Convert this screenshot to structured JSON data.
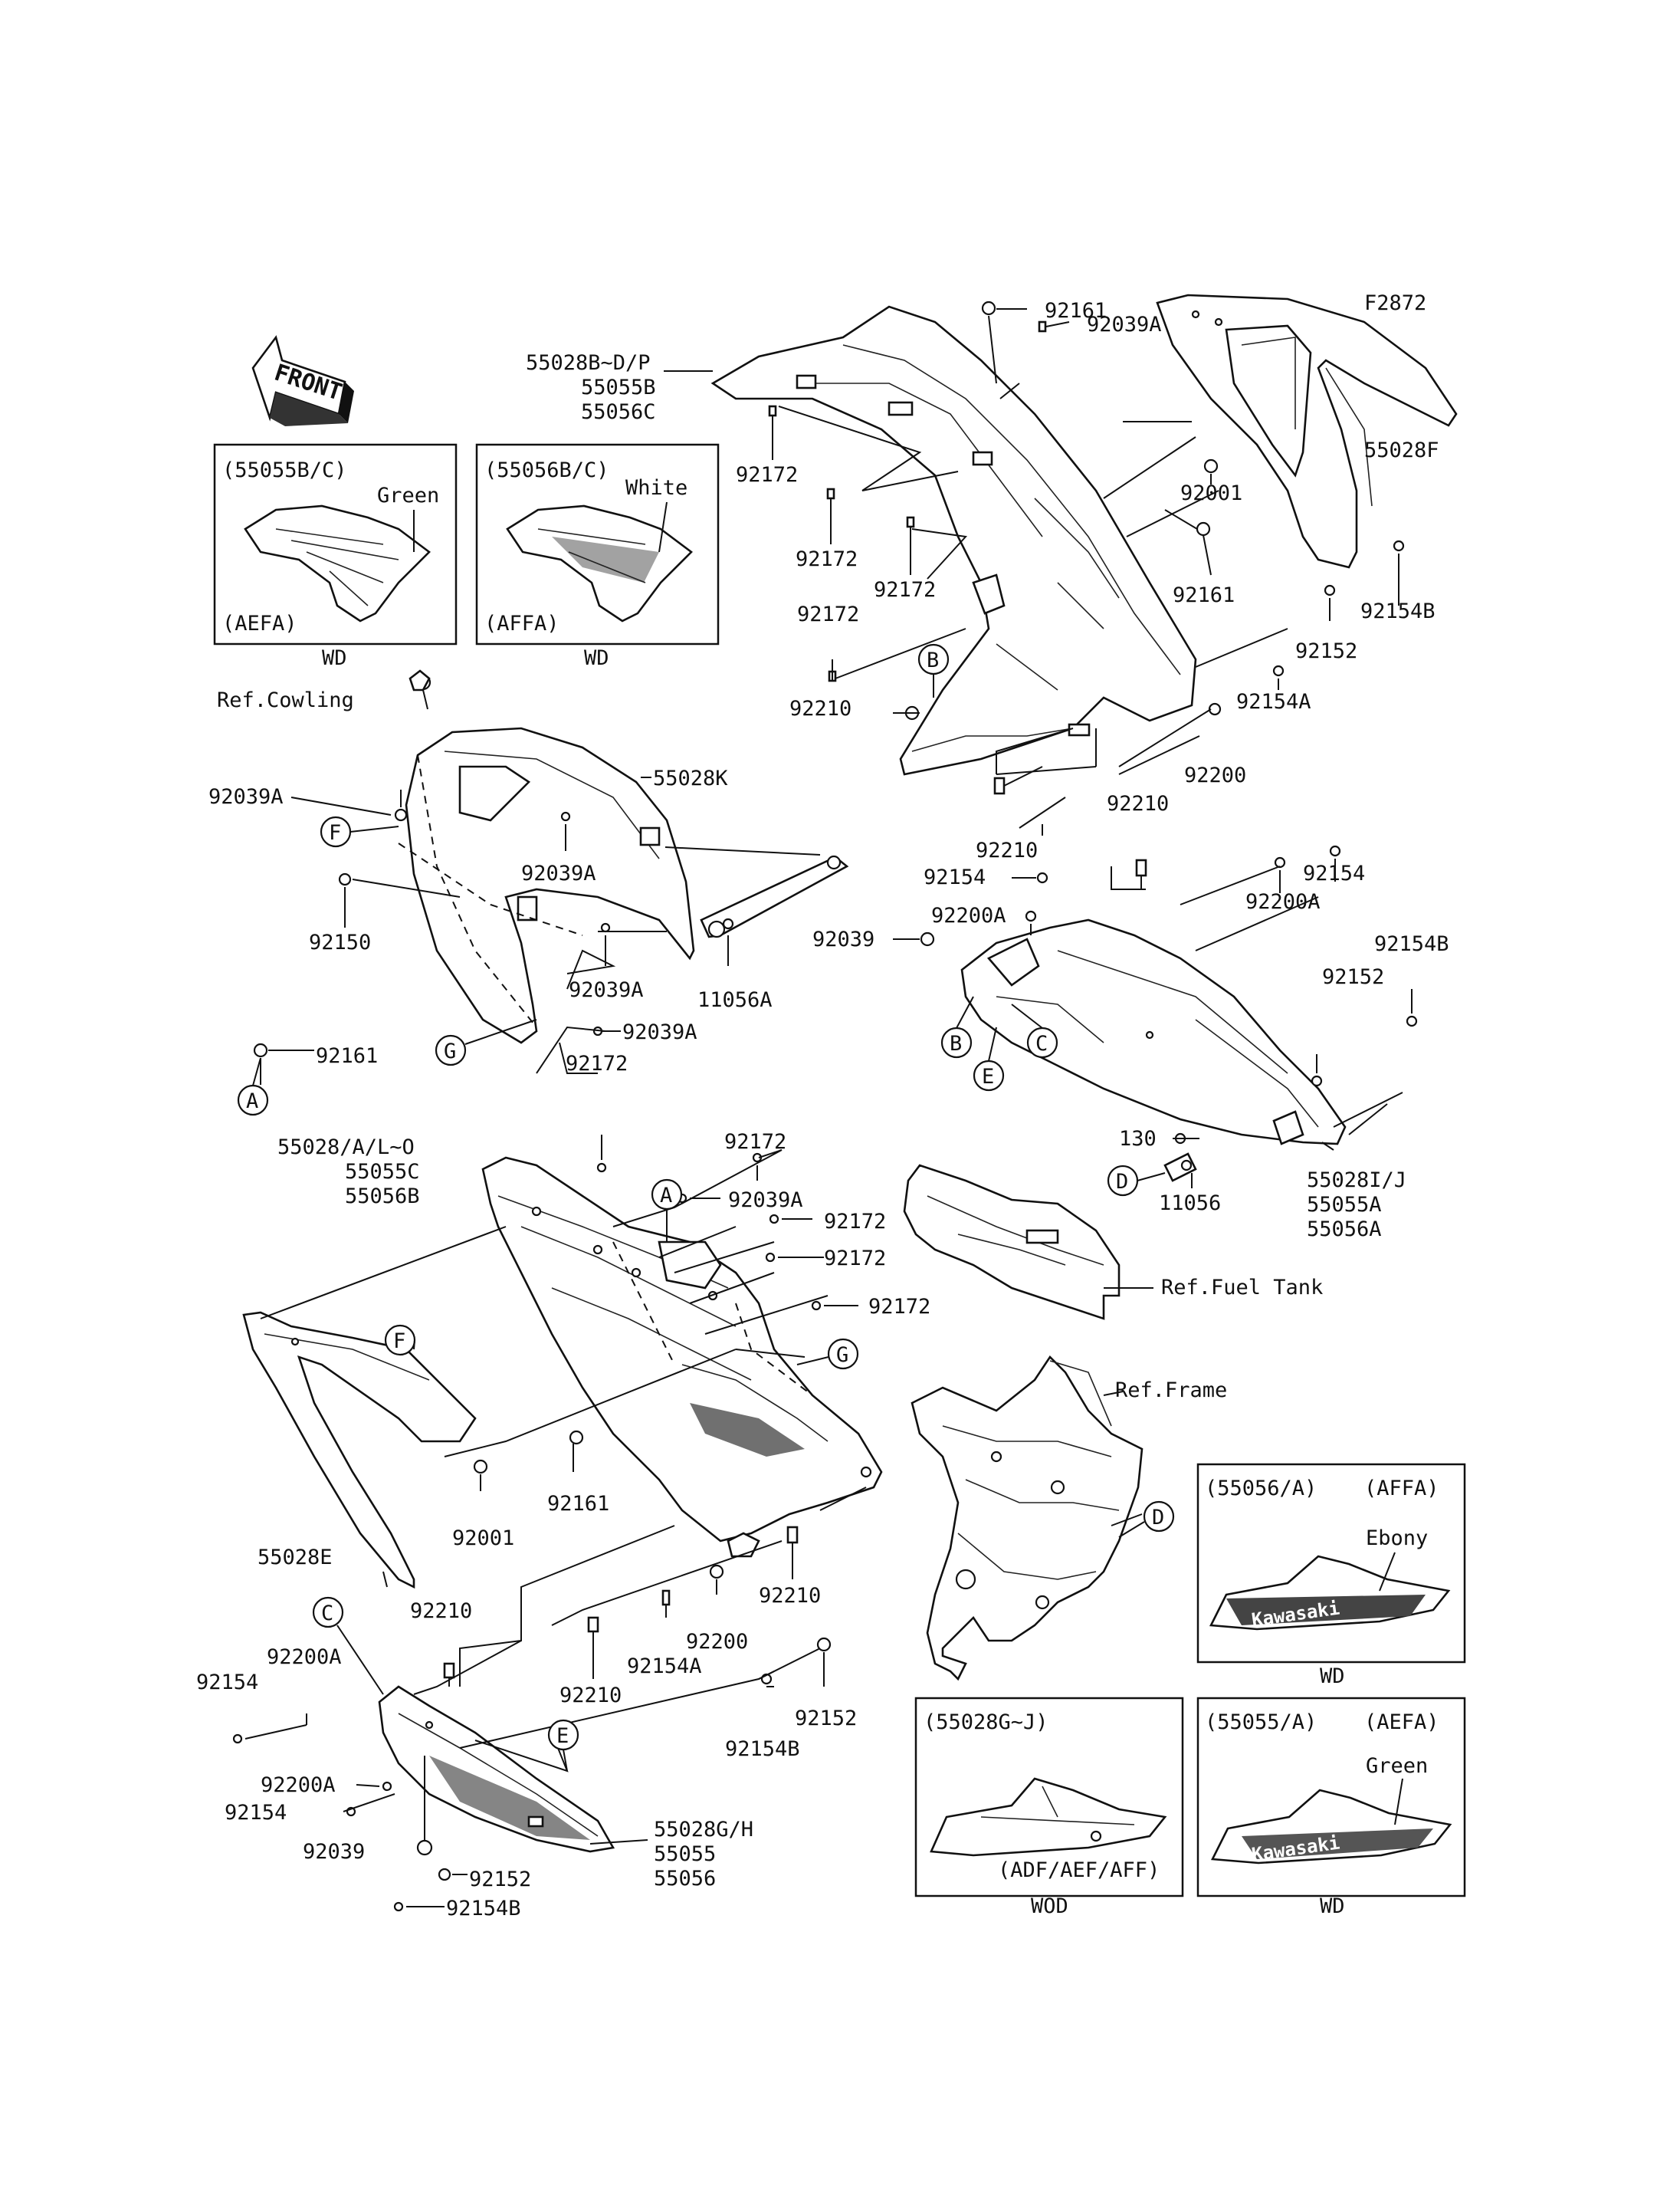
{
  "diagram_id": "F2872",
  "front_arrow": "FRONT",
  "parts": {
    "p55028B_D_P": "55028B~D/P",
    "p55055B": "55055B",
    "p55056C": "55056C",
    "p92161": "92161",
    "p92039A": "92039A",
    "p55028F": "55028F",
    "p92172": "92172",
    "p92001": "92001",
    "p92152": "92152",
    "p92154B": "92154B",
    "p92210": "92210",
    "p92154A": "92154A",
    "p92200": "92200",
    "p55028K": "55028K",
    "p92150": "92150",
    "p11056A": "11056A",
    "p92154": "92154",
    "p92200A": "92200A",
    "p92039": "92039",
    "p130": "130",
    "p11056": "11056",
    "p55028I_J": "55028I/J",
    "p55055A": "55055A",
    "p55056A": "55056A",
    "p55028_A_L_O": "55028/A/L~O",
    "p55055C": "55055C",
    "p55056B": "55056B",
    "p55028E": "55028E",
    "p55028G_H": "55028G/H",
    "p55055": "55055",
    "p55056": "55056"
  },
  "refs": {
    "cowling": "Ref.Cowling",
    "fuel_tank": "Ref.Fuel Tank",
    "frame": "Ref.Frame"
  },
  "markers": [
    "A",
    "B",
    "C",
    "D",
    "E",
    "F",
    "G"
  ],
  "insets": [
    {
      "code": "(55055B/C)",
      "market": "(AEFA)",
      "color": "Green",
      "variant": "WD"
    },
    {
      "code": "(55056B/C)",
      "market": "(AFFA)",
      "color": "White",
      "variant": "WD"
    },
    {
      "code": "(55056/A)",
      "market": "(AFFA)",
      "color": "Ebony",
      "variant": "WD"
    },
    {
      "code": "(55028G~J)",
      "market": "(ADF/AEF/AFF)",
      "color": "",
      "variant": "WOD"
    },
    {
      "code": "(55055/A)",
      "market": "(AEFA)",
      "color": "Green",
      "variant": "WD"
    }
  ],
  "decal_text": "Kawasaki"
}
